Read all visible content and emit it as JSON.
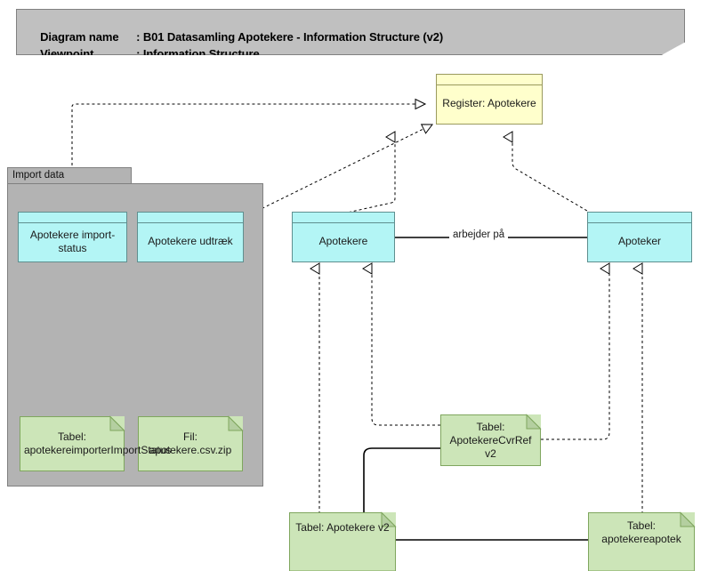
{
  "title": {
    "line1_key": "Diagram name",
    "line1_sep": ": ",
    "line1_value": "B01 Datasamling Apotekere - Information Structure (v2)",
    "line2_key": "Viewpoint",
    "line2_sep": ": ",
    "line2_value": "Information Structure"
  },
  "colors": {
    "title_bg": "#c0c0c0",
    "group_bg": "#b3b3b3",
    "data_object": "#b3f5f5",
    "data_object_border": "#5f8f8f",
    "register": "#ffffcc",
    "register_border": "#9a9a5e",
    "table_note": "#cce5b8",
    "table_note_border": "#7fa65e",
    "connector": "#000000",
    "canvas": "#ffffff"
  },
  "group": {
    "name": "Import data"
  },
  "nodes": {
    "register_apotekere": "Register: Apotekere",
    "apotekere_import_status": "Apotekere import-status",
    "apotekere_udtraek": "Apotekere udtræk",
    "apotekere": "Apotekere",
    "apoteker": "Apoteker",
    "tabel_apotekereimporterimportstatus": "Tabel: apotekereimporterImportStatus",
    "fil_apotekere_csv_zip": "Fil: apotekere.csv.zip",
    "tabel_apotekerecvrref_v2": "Tabel: ApotekereCvrRef v2",
    "tabel_apotekere_v2": "Tabel: Apotekere v2",
    "tabel_apotekereapotek": "Tabel: apotekereapotek"
  },
  "relations": {
    "arbejder_paa": "arbejder på"
  }
}
